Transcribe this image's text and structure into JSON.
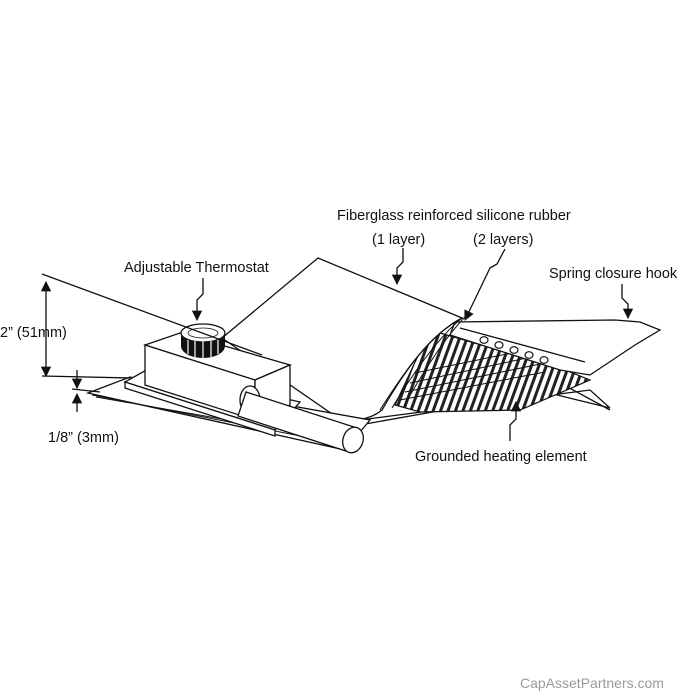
{
  "labels": {
    "fiberglass": "Fiberglass reinforced silicone rubber",
    "one_layer": "(1 layer)",
    "two_layers": "(2 layers)",
    "spring_hook": "Spring closure hook",
    "thermostat": "Adjustable Thermostat",
    "height_dim": "2” (51mm)",
    "thickness_dim": "1/8” (3mm)",
    "heating_element": "Grounded heating element"
  },
  "watermark": "CapAssetPartners.com",
  "colors": {
    "line": "#111111",
    "background": "#ffffff",
    "watermark": "#9a9a9a"
  }
}
